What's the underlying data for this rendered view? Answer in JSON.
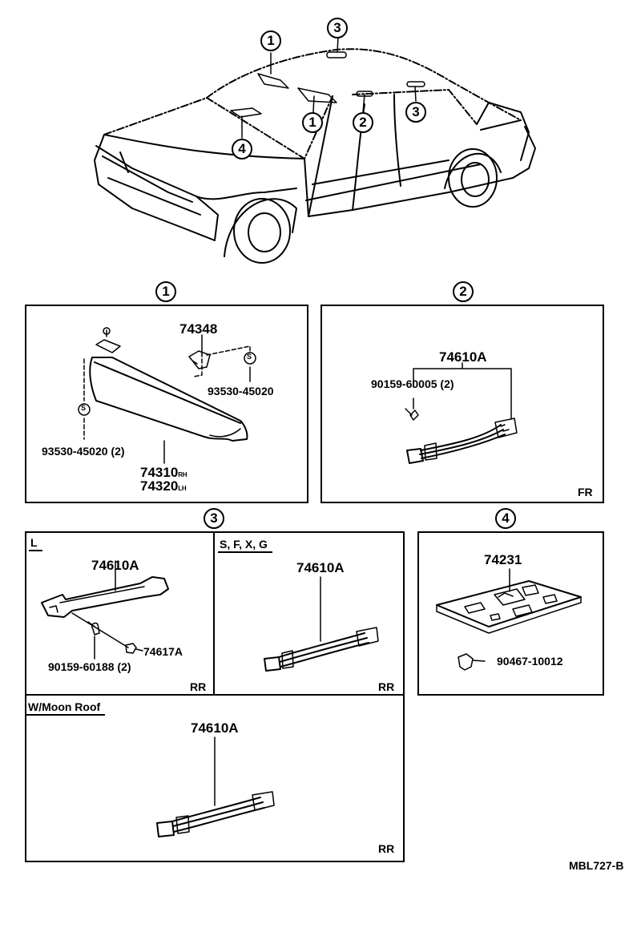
{
  "car_callouts": {
    "c1a": "1",
    "c1b": "1",
    "c2": "2",
    "c3a": "3",
    "c3b": "3",
    "c4": "4"
  },
  "section1": {
    "num": "1",
    "parts": {
      "bracket": "74348",
      "screw_right": "93530-45020",
      "screw_left": "93530-45020 (2)",
      "visor_rh": "74310",
      "visor_rh_tag": "RH",
      "visor_lh": "74320",
      "visor_lh_tag": "LH",
      "s_mark": "S"
    }
  },
  "section2": {
    "num": "2",
    "parts": {
      "grip": "74610A",
      "screw": "90159-60005 (2)"
    },
    "position": "FR"
  },
  "section3": {
    "num": "3",
    "panel_l": {
      "header": "L",
      "grip": "74610A",
      "cap": "74617A",
      "screw": "90159-60188 (2)",
      "position": "RR"
    },
    "panel_sfxg": {
      "header": "S, F, X, G",
      "grip": "74610A",
      "position": "RR"
    },
    "panel_moon": {
      "header": "W/Moon Roof",
      "grip": "74610A",
      "position": "RR"
    }
  },
  "section4": {
    "num": "4",
    "parts": {
      "lamp": "74231",
      "clip": "90467-10012"
    }
  },
  "diagram_code": "MBL727-B"
}
